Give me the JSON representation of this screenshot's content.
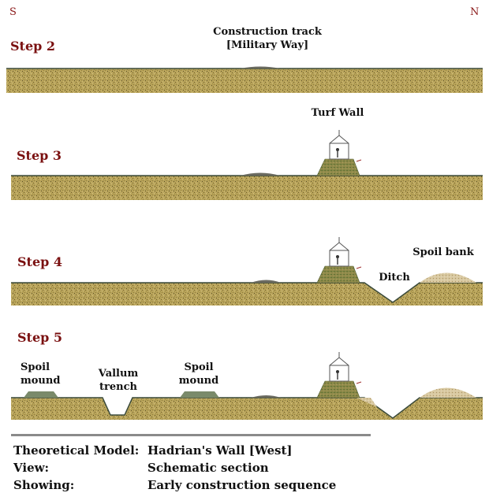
{
  "compass": {
    "south": "S",
    "north": "N"
  },
  "steps": [
    {
      "label": "Step 2",
      "features": {
        "track": "Construction track [Military Way]"
      }
    },
    {
      "label": "Step 3",
      "features": {
        "wall": "Turf Wall"
      }
    },
    {
      "label": "Step 4",
      "features": {
        "spoil_bank": "Spoil bank",
        "ditch": "Ditch"
      }
    },
    {
      "label": "Step 5",
      "features": {
        "spoil_mound_south": "Spoil mound",
        "vallum_trench": "Vallum trench",
        "spoil_mound_north": "Spoil mound"
      }
    }
  ],
  "legend": {
    "model_label": "Theoretical Model:",
    "model_value": "Hadrian's Wall [West]",
    "view_label": "View:",
    "view_value": "Schematic section",
    "showing_label": "Showing:",
    "showing_value": "Early construction sequence"
  },
  "colors": {
    "step_label": "#7a1010",
    "compass": "#8b1a1a",
    "soil": "#b8a35a",
    "ground_line": "#3a4a3a",
    "turf": "#8f8a4a",
    "spoil": "#d8c8a0",
    "divider": "#8a8a8a"
  }
}
